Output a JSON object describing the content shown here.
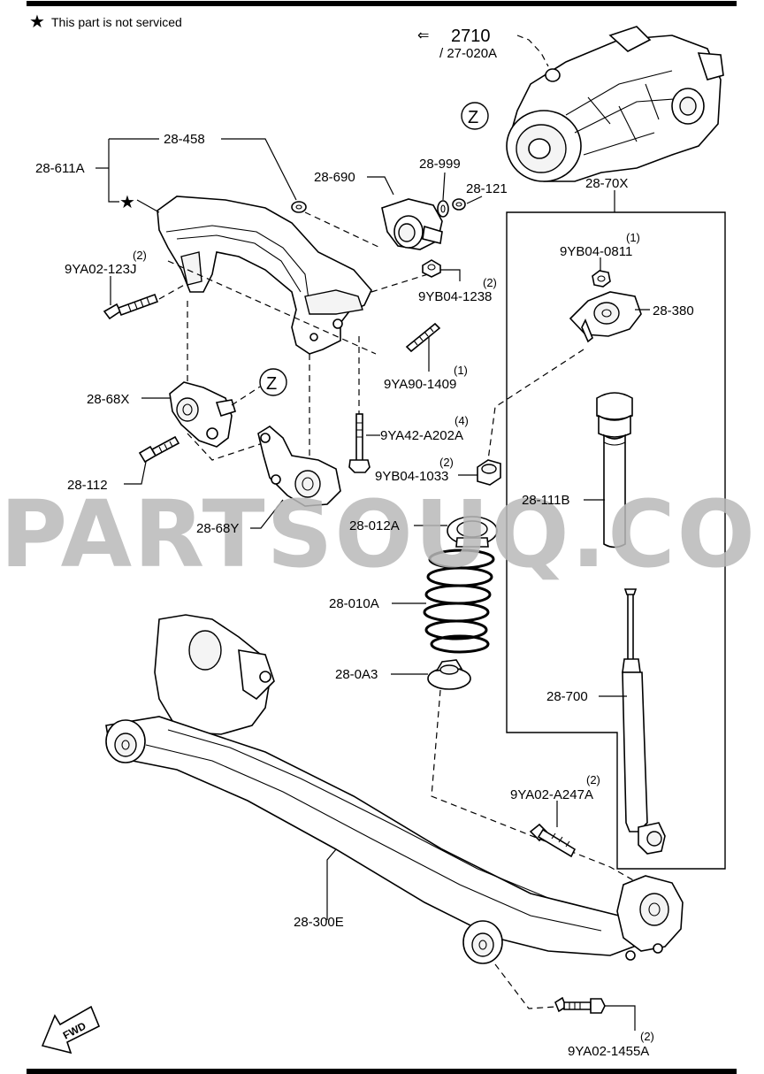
{
  "note": {
    "star_text": "This part is not serviced"
  },
  "watermark": "PARTSOUQ.COM",
  "ref_label": {
    "main": "2710",
    "sub": "/ 27-020A"
  },
  "zone_marker": "Z",
  "fwd_label": "FWD",
  "callouts": {
    "c28_611a": "28-611A",
    "c28_458": "28-458",
    "c9ya02_123j": "9YA02-123J",
    "c9ya02_123j_qty": "(2)",
    "c28_690": "28-690",
    "c28_999": "28-999",
    "c28_121": "28-121",
    "c9yb04_1238": "9YB04-1238",
    "c9yb04_1238_qty": "(2)",
    "c28_70x": "28-70X",
    "c9yb04_0811": "9YB04-0811",
    "c9yb04_0811_qty": "(1)",
    "c28_380": "28-380",
    "c9ya90_1409": "9YA90-1409",
    "c9ya90_1409_qty": "(1)",
    "c28_68x": "28-68X",
    "c9ya42_a202a": "9YA42-A202A",
    "c9ya42_a202a_qty": "(4)",
    "c28_112": "28-112",
    "c9yb04_1033": "9YB04-1033",
    "c9yb04_1033_qty": "(2)",
    "c28_111b": "28-111B",
    "c28_68y": "28-68Y",
    "c28_012a": "28-012A",
    "c28_010a": "28-010A",
    "c28_0a3": "28-0A3",
    "c28_700": "28-700",
    "c9ya02_a247a": "9YA02-A247A",
    "c9ya02_a247a_qty": "(2)",
    "c28_300e": "28-300E",
    "c9ya02_1455a": "9YA02-1455A",
    "c9ya02_1455a_qty": "(2)"
  }
}
